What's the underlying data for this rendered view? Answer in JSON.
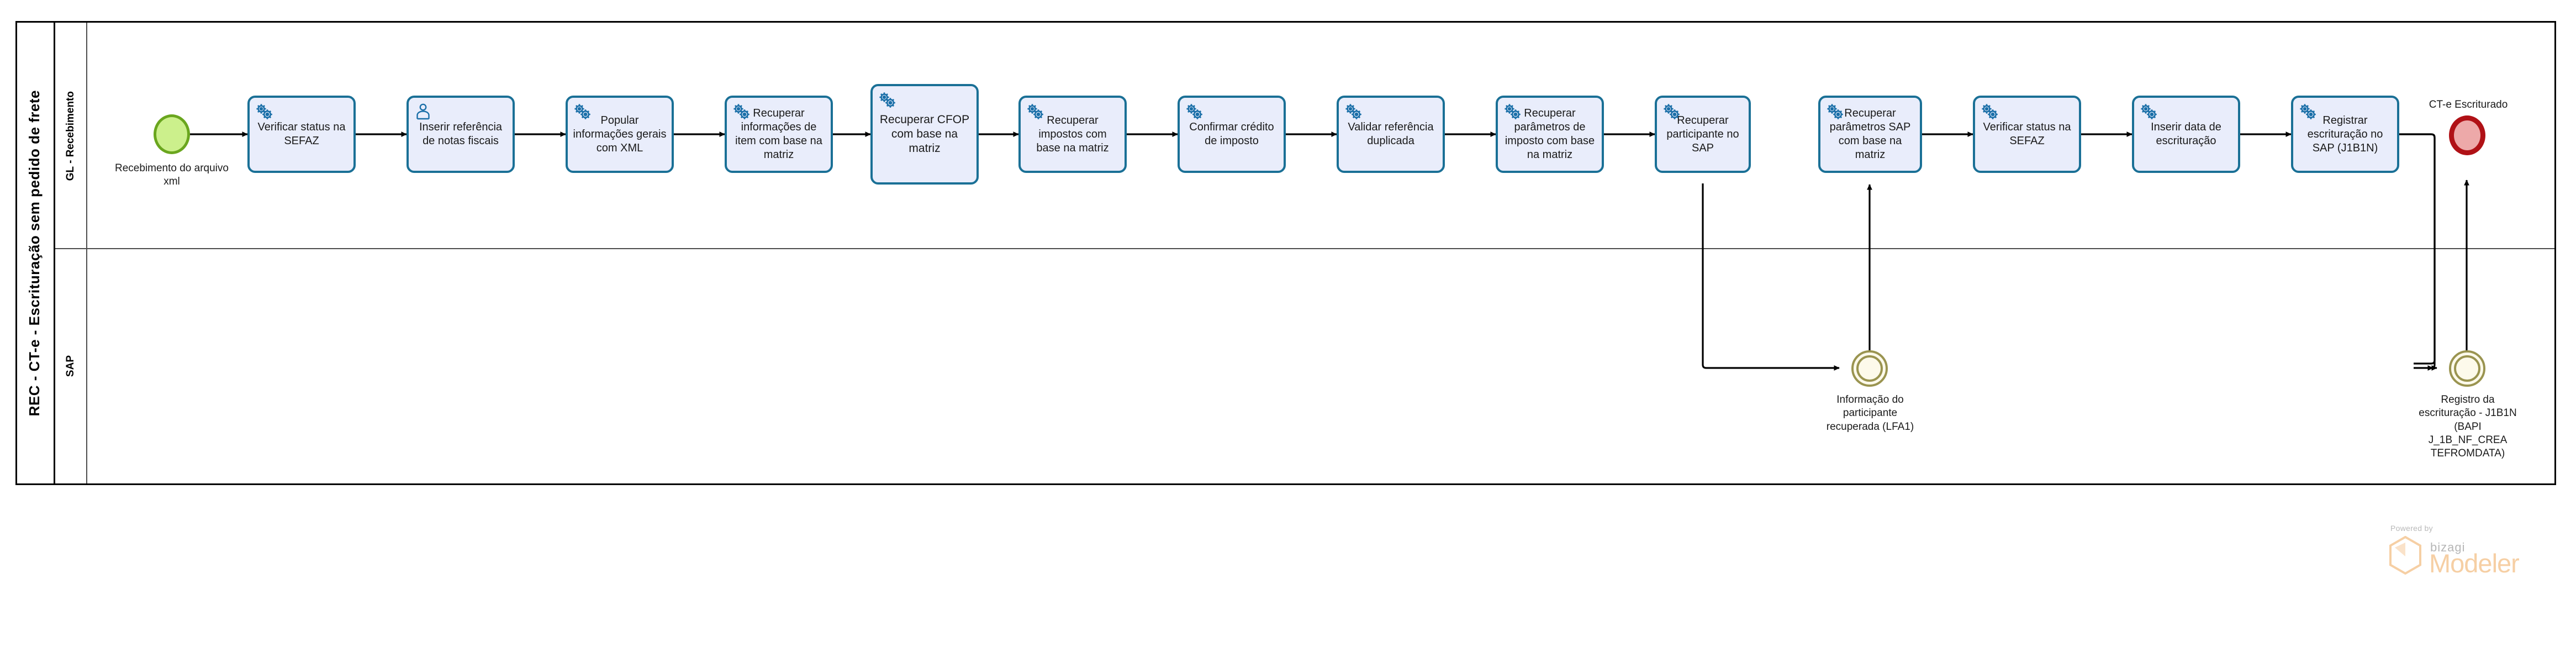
{
  "pool": {
    "label": "REC - CT-e - Escrituração sem pedido de frete"
  },
  "lanes": [
    {
      "id": "gl",
      "label": "GL - Recebimento"
    },
    {
      "id": "sap",
      "label": "SAP"
    }
  ],
  "events": {
    "start": {
      "label": "Recebimento do arquivo xml",
      "type": "start-event",
      "color": "#ccf08c",
      "border": "#6aa61e"
    },
    "end": {
      "label": "CT-e Escriturado",
      "type": "end-event",
      "color": "#eda9a9",
      "border": "#b01116"
    },
    "intermediate": [
      {
        "label": "Informação do participante recuperada (LFA1)",
        "type": "intermediate-event",
        "color": "#fdfaeb",
        "border": "#9a9450"
      },
      {
        "label": "Registro da escrituração - J1B1N (BAPI J_1B_NF_CREA TEFROMDATA)",
        "type": "intermediate-event",
        "color": "#fdfaeb",
        "border": "#9a9450"
      }
    ]
  },
  "tasks": [
    {
      "label": "Verificar status na SEFAZ",
      "icon": "service-gear-icon",
      "kind": "service"
    },
    {
      "label": "Inserir referência de notas fiscais",
      "icon": "user-task-icon",
      "kind": "user"
    },
    {
      "label": "Popular informações gerais com XML",
      "icon": "service-gear-icon",
      "kind": "service"
    },
    {
      "label": "Recuperar informações de item com base na matriz",
      "icon": "service-gear-icon",
      "kind": "service"
    },
    {
      "label": "Recuperar CFOP com base na matriz",
      "icon": "service-gear-icon",
      "kind": "service"
    },
    {
      "label": "Recuperar impostos com base na matriz",
      "icon": "service-gear-icon",
      "kind": "service"
    },
    {
      "label": "Confirmar crédito de imposto",
      "icon": "service-gear-icon",
      "kind": "service"
    },
    {
      "label": "Validar referência duplicada",
      "icon": "service-gear-icon",
      "kind": "service"
    },
    {
      "label": "Recuperar parâmetros de imposto com base na matriz",
      "icon": "service-gear-icon",
      "kind": "service"
    },
    {
      "label": "Recuperar participante no SAP",
      "icon": "service-gear-icon",
      "kind": "service"
    },
    {
      "label": "Recuperar parâmetros SAP com base na matriz",
      "icon": "service-gear-icon",
      "kind": "service"
    },
    {
      "label": "Verificar status na SEFAZ",
      "icon": "service-gear-icon",
      "kind": "service"
    },
    {
      "label": "Inserir data de escrituração",
      "icon": "service-gear-icon",
      "kind": "service"
    },
    {
      "label": "Registrar escrituração no SAP (J1B1N)",
      "icon": "service-gear-icon",
      "kind": "service"
    }
  ],
  "brand": {
    "powered_by": "Powered by",
    "name": "bizagi",
    "product": "Modeler",
    "color": "#f6cfa4"
  },
  "colors": {
    "task_fill": "#e9edfb",
    "task_border": "#1a7096",
    "lane_border": "#4d4d4d",
    "pool_border": "#000000"
  }
}
